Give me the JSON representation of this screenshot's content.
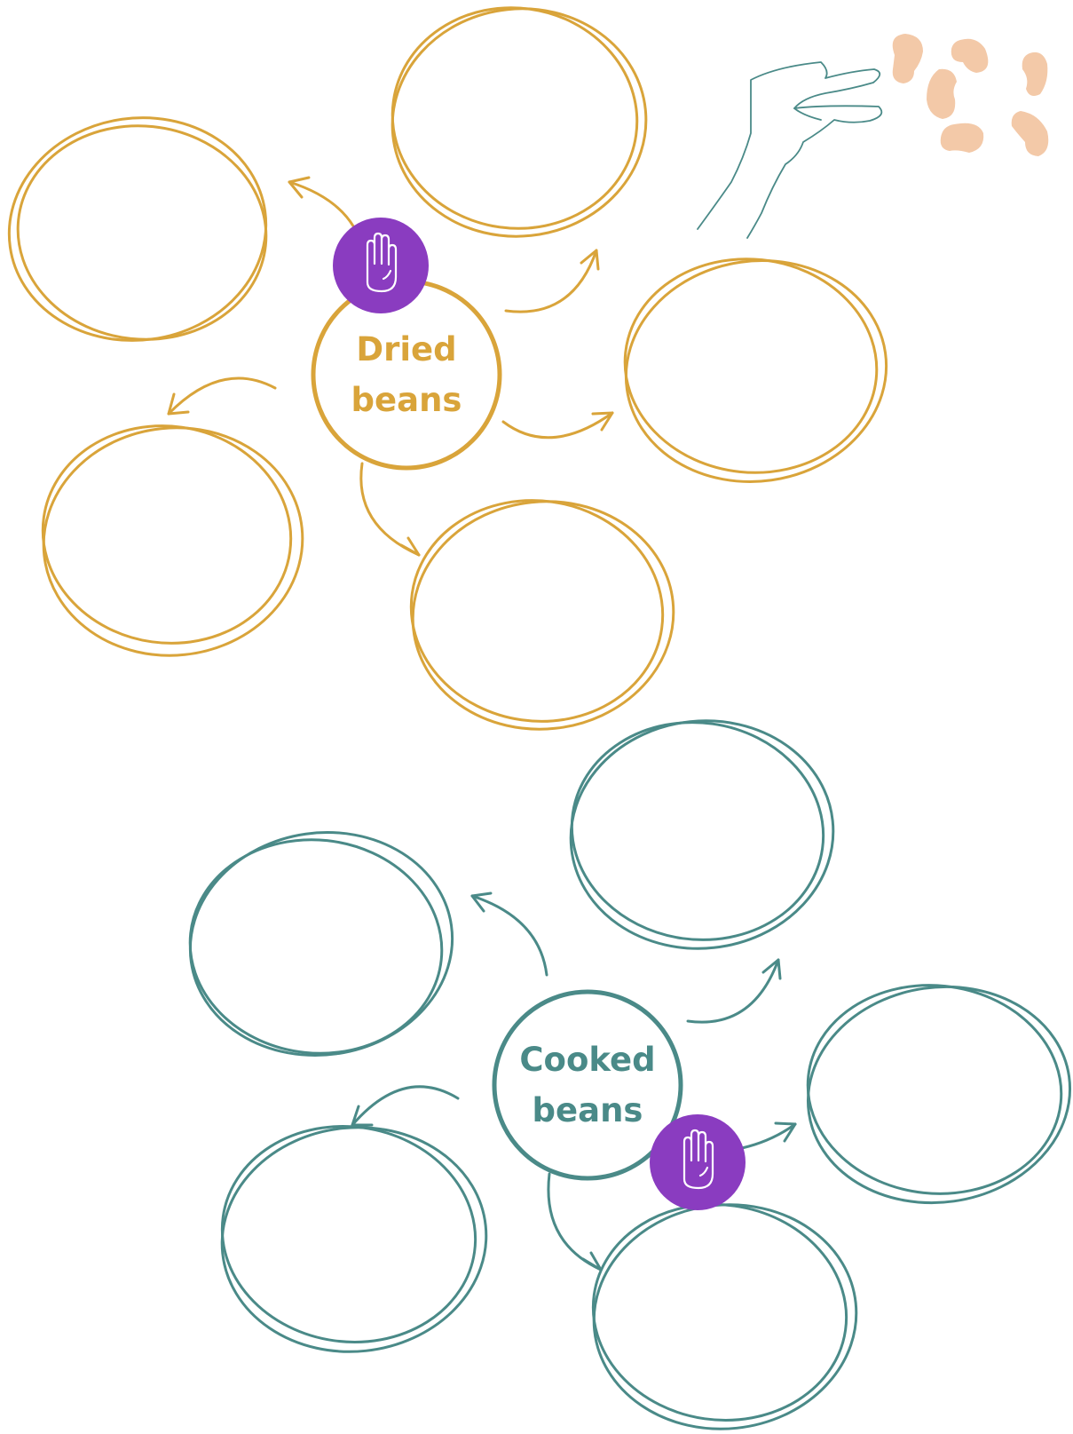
{
  "colors": {
    "gold": "#D9A43A",
    "teal": "#4A8A88",
    "purple": "#8A3CC0",
    "bean": "#F3C9A8",
    "white": "#FFFFFF"
  },
  "dried": {
    "line1": "Dried",
    "line2": "beans",
    "blank_circle_count": 5
  },
  "cooked": {
    "line1": "Cooked",
    "line2": "beans",
    "blank_circle_count": 5
  },
  "icons": {
    "dried_badge": "raised-hand-icon",
    "cooked_badge": "raised-hand-icon",
    "decoration": "hand-dropping-beans-illustration"
  }
}
